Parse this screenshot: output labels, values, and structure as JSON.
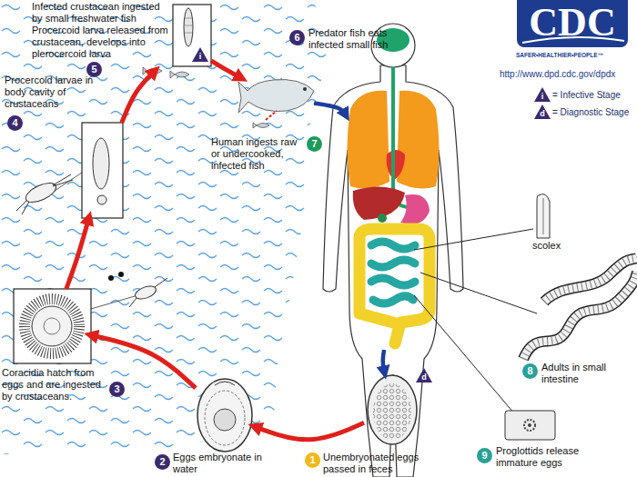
{
  "diagram": {
    "nodes": [
      {
        "text": [
          "1",
          "Unembryonated eggs passed in feces"
        ]
      },
      {
        "text": [
          "2",
          "Eggs embryonate in water"
        ]
      },
      {
        "text": [
          "3",
          "Coracidia hatch from eggs and are ingested by crustaceans."
        ]
      },
      {
        "text": [
          "4",
          "Procercoid larvae in body cavity of crustaceans"
        ]
      },
      {
        "text": [
          "5",
          "Infected crustacean ingested by small freshwater fish Procercoid larva released from crustacean, develops into plerocercoid larva"
        ]
      },
      {
        "text": [
          "6",
          "Predator fish eats infected small fish"
        ]
      },
      {
        "text": [
          "7",
          "Human ingests raw or undercooked, infected fish"
        ]
      },
      {
        "text": [
          "8",
          "Adults in small intestine"
        ]
      },
      {
        "text": [
          "9",
          "Proglottids release immature eggs"
        ]
      }
    ],
    "edges": [
      {
        "from": 0,
        "to": 1,
        "arrow": "to"
      },
      {
        "from": 1,
        "to": 2,
        "arrow": "to"
      },
      {
        "from": 2,
        "to": 3,
        "arrow": "to"
      },
      {
        "from": 3,
        "to": 4,
        "arrow": "to"
      },
      {
        "from": 4,
        "to": 5,
        "arrow": "to"
      },
      {
        "from": 5,
        "to": 6,
        "arrow": "to"
      },
      {
        "from": 6,
        "to": 0,
        "arrow": "to"
      }
    ],
    "labels": [
      "CDC",
      "SAFER•HEALTHIER•PEOPLE™",
      "http://www.dpd.cdc.gov/dpdx",
      "i",
      "d",
      "i",
      "d",
      "scolex"
    ],
    "legend": [
      {
        "text": "= Infective Stage"
      },
      {
        "text": "= Diagnostic Stage"
      }
    ]
  }
}
